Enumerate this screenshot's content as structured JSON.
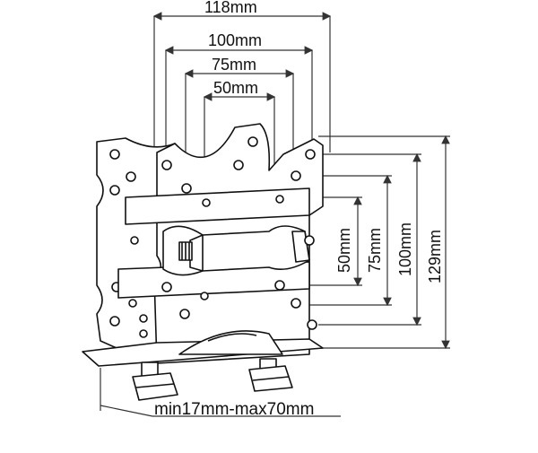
{
  "diagram": {
    "horizontal_dimensions": [
      "118mm",
      "100mm",
      "75mm",
      "50mm"
    ],
    "vertical_dimensions": [
      "50mm",
      "75mm",
      "100mm",
      "129mm"
    ],
    "clamp_range": "min17mm-max70mm"
  },
  "colors": {
    "line": "#111111",
    "dimension": "#333333",
    "background": "#ffffff"
  }
}
